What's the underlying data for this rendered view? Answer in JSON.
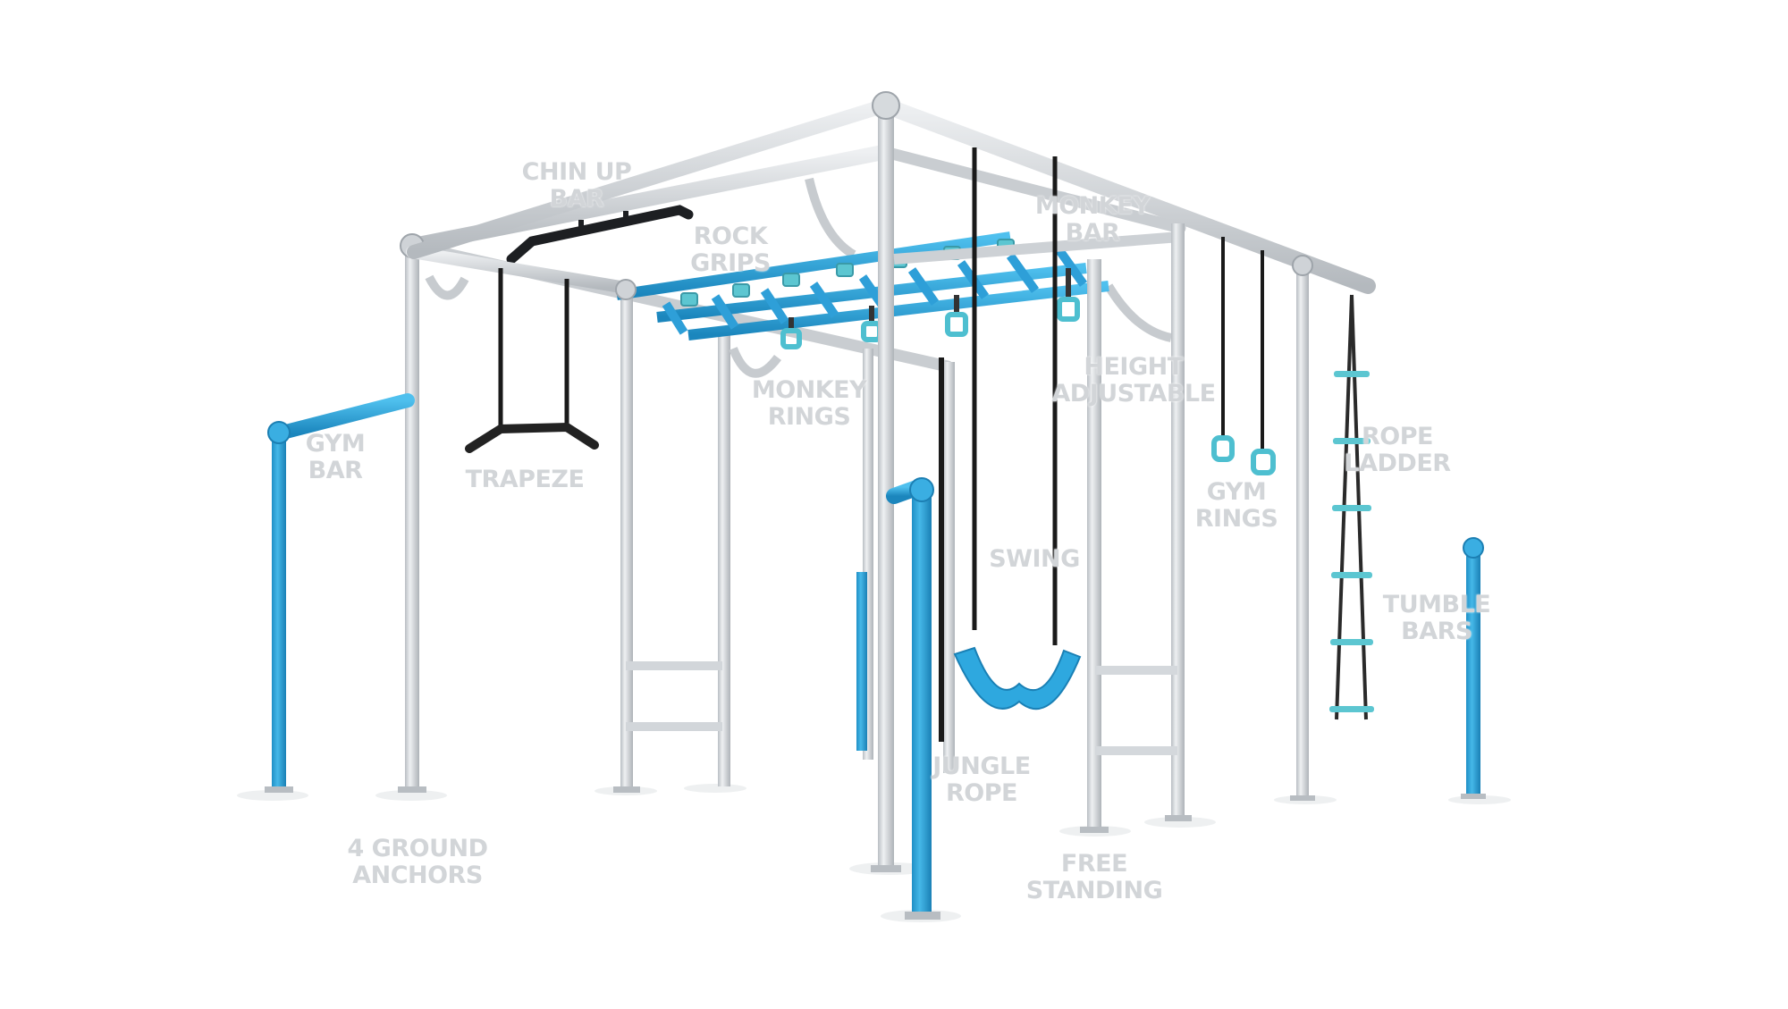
{
  "diagram": {
    "labels": {
      "chin_up_bar": [
        "CHIN UP",
        "BAR"
      ],
      "rock_grips": [
        "ROCK",
        "GRIPS"
      ],
      "monkey_bar": [
        "MONKEY",
        "BAR"
      ],
      "monkey_rings": [
        "MONKEY",
        "RINGS"
      ],
      "height_adjustable": [
        "HEIGHT",
        "ADJUSTABLE"
      ],
      "gym_bar": [
        "GYM",
        "BAR"
      ],
      "trapeze": [
        "TRAPEZE"
      ],
      "rope_ladder": [
        "ROPE",
        "LADDER"
      ],
      "gym_rings": [
        "GYM",
        "RINGS"
      ],
      "swing": [
        "SWING"
      ],
      "tumble_bars": [
        "TUMBLE",
        "BARS"
      ],
      "jungle_rope": [
        "JUNGLE",
        "ROPE"
      ],
      "ground_anchors": [
        "4 GROUND",
        "ANCHORS"
      ],
      "free_standing": [
        "FREE",
        "STANDING"
      ]
    },
    "colors": {
      "frame": "#d9dcdf",
      "frame_dark": "#a9aeb3",
      "accent_blue": "#2fa6dc",
      "accent_teal": "#5fc4d2",
      "bar_black": "#1d1f22",
      "rope": "#1a1a1a",
      "label": "#d2d5d8"
    }
  }
}
